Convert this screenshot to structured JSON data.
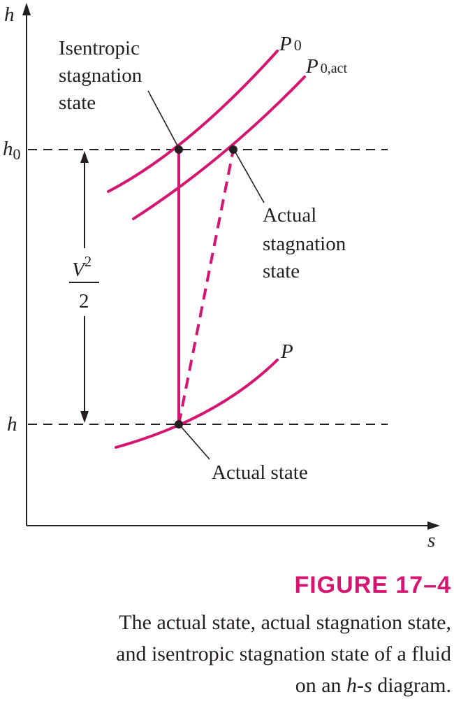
{
  "axes": {
    "y_label": "h",
    "x_label": "s",
    "tick_h0": "h",
    "tick_h0_sub": "0",
    "tick_h": "h"
  },
  "curves": {
    "p0_label": "P",
    "p0_sub": "0",
    "p0act_label": "P",
    "p0act_sub": "0,act",
    "p_label": "P"
  },
  "annotations": {
    "isentropic_line1": "Isentropic",
    "isentropic_line2": "stagnation",
    "isentropic_line3": "state",
    "actual_stag_line1": "Actual",
    "actual_stag_line2": "stagnation",
    "actual_stag_line3": "state",
    "actual_state": "Actual state"
  },
  "kinetic": {
    "numerator": "V",
    "exponent": "2",
    "denominator": "2"
  },
  "caption": {
    "title": "FIGURE 17–4",
    "line1": "The actual state, actual stagnation state,",
    "line2": "and isentropic stagnation state of a fluid",
    "line3_prefix": "on an ",
    "line3_italic": "h-s",
    "line3_suffix": " diagram."
  },
  "colors": {
    "accent": "#d61572",
    "ink": "#231f20"
  }
}
